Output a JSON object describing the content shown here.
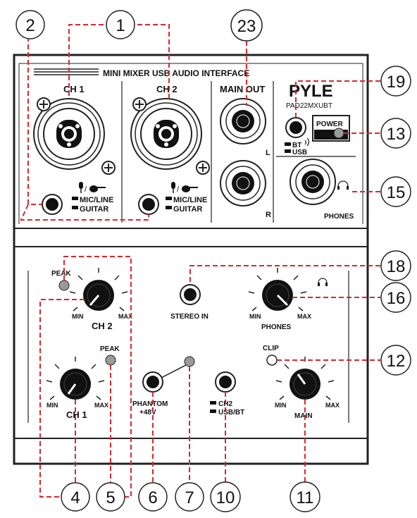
{
  "device": {
    "title": "MINI MIXER USB AUDIO INTERFACE",
    "brand": "PYLE",
    "model": "PAD22MXUBT"
  },
  "labels": {
    "ch1": "CH 1",
    "ch2": "CH 2",
    "main_out": "MAIN OUT",
    "out_l": "L",
    "out_r": "R",
    "mic_line": "MIC/LINE",
    "guitar": "GUITAR",
    "bt": "BT",
    "usb": "USB",
    "power": "POWER",
    "phones": "PHONES",
    "peak": "PEAK",
    "min": "MIN",
    "max": "MAX",
    "stereo_in": "STEREO IN",
    "clip": "CLIP",
    "phantom": "PHANTOM",
    "phantom_v": "+48V",
    "src_ch2": "CH2",
    "src_usb_bt": "USB/BT",
    "main": "MAIN"
  },
  "callouts": [
    "1",
    "2",
    "4",
    "5",
    "6",
    "7",
    "10",
    "11",
    "12",
    "13",
    "15",
    "16",
    "18",
    "19",
    "23"
  ],
  "colors": {
    "leader": "#d7282f",
    "ink": "#111111",
    "led": "#9a9a9a"
  }
}
